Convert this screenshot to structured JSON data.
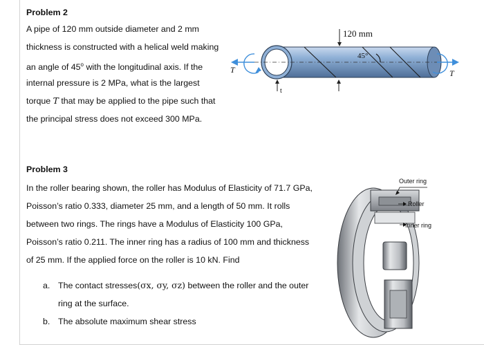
{
  "problem2": {
    "heading": "Problem 2",
    "lines": [
      "A pipe of 120 mm outside diameter and 2 mm",
      "thickness is constructed with a helical weld making",
      "an angle of 45",
      "with the longitudinal axis. If the",
      "internal pressure is 2 MPa, what is the largest",
      "torque",
      "that may be applied to the pipe such that",
      "the principal stress does not exceed 300 MPa."
    ],
    "degree_mark": "o",
    "torque_symbol": "T",
    "figure": {
      "diameter_label": "120 mm",
      "angle_label": "45°",
      "torque_left": "T",
      "torque_right": "T",
      "thickness_label": "t"
    }
  },
  "problem3": {
    "heading": "Problem 3",
    "lines": [
      "In the roller bearing shown, the roller has Modulus of Elasticity of 71.7 GPa,",
      "Poisson’s ratio 0.333, diameter 25 mm, and a length of 50 mm. It rolls",
      "between two rings. The rings have a Modulus of Elasticity 100 GPa,",
      "Poisson’s ratio 0.211. The inner ring has a radius of 100 mm and thickness",
      "of 25 mm. If the applied force on the roller is 10 kN. Find"
    ],
    "item_a_marker": "a.",
    "item_a_text": "The contact stresses",
    "item_a_math": "(σx, σy, σz)",
    "item_a_rest": "between the roller and the outer",
    "item_a_line2": "ring at the surface.",
    "item_b_marker": "b.",
    "item_b_text": "The absolute maximum shear stress",
    "figure": {
      "outer_ring": "Outer ring",
      "roller": "Roller",
      "inner_ring": "Inner ring"
    }
  },
  "colors": {
    "pipe_fill": "#8fb0d6",
    "pipe_dark": "#5c7fa8",
    "torque_arrow": "#3f8fdb",
    "bearing_metal": "#b9bcc0"
  }
}
